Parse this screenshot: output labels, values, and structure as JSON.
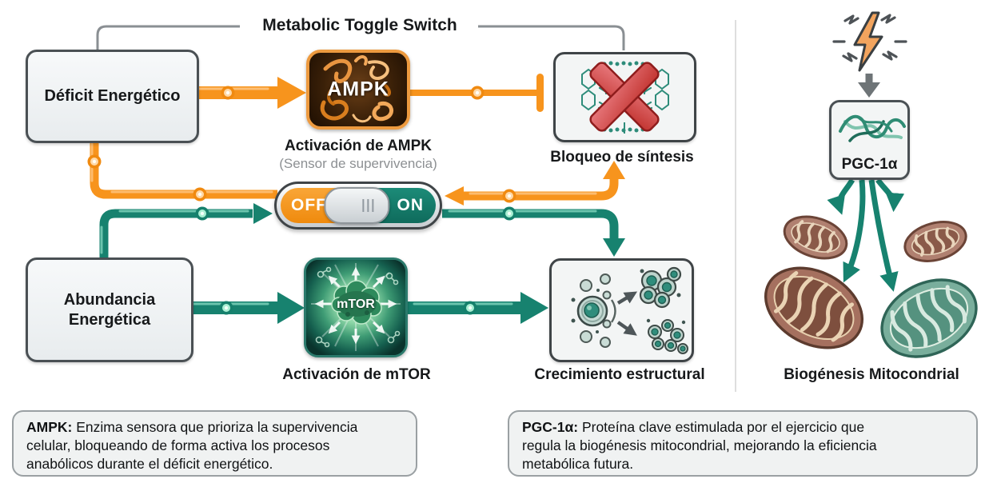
{
  "title": "Metabolic Toggle Switch",
  "colors": {
    "orange": "#F7941D",
    "orange_dark": "#D97A0C",
    "teal": "#17826F",
    "teal_dark": "#0F6B5C",
    "red_x": "#C23430",
    "gray_line": "#8a8f93",
    "box_border": "#4a5054",
    "box_bg": "#eef0f2",
    "subtitle_gray": "#8d9093"
  },
  "nodes": {
    "deficit": {
      "label": "Déficit Energético"
    },
    "abundancia": {
      "label": "Abundancia Energética"
    },
    "ampk": {
      "icon_text": "AMPK",
      "label": "Activación de AMPK",
      "sublabel": "(Sensor de supervivencia)"
    },
    "mtor": {
      "icon_text": "mTOR",
      "label": "Activación de mTOR"
    },
    "bloqueo": {
      "label": "Bloqueo de síntesis"
    },
    "crecimiento": {
      "label": "Crecimiento estructural"
    },
    "pgc": {
      "label": "PGC-1α"
    },
    "biogenesis": {
      "label": "Biogénesis Mitocondrial"
    }
  },
  "toggle": {
    "off": "OFF",
    "on": "ON"
  },
  "notes": {
    "ampk": {
      "lead": "AMPK:",
      "text": " Enzima sensora que prioriza la supervivencia\ncelular, bloqueando de forma activa los procesos\nanabólicos durante el déficit energético."
    },
    "pgc": {
      "lead": "PGC-1α:",
      "text": " Proteína clave estimulada por el ejercicio que\nregula la biogénesis mitocondrial, mejorando la eficiencia\nmetabólica futura."
    }
  }
}
